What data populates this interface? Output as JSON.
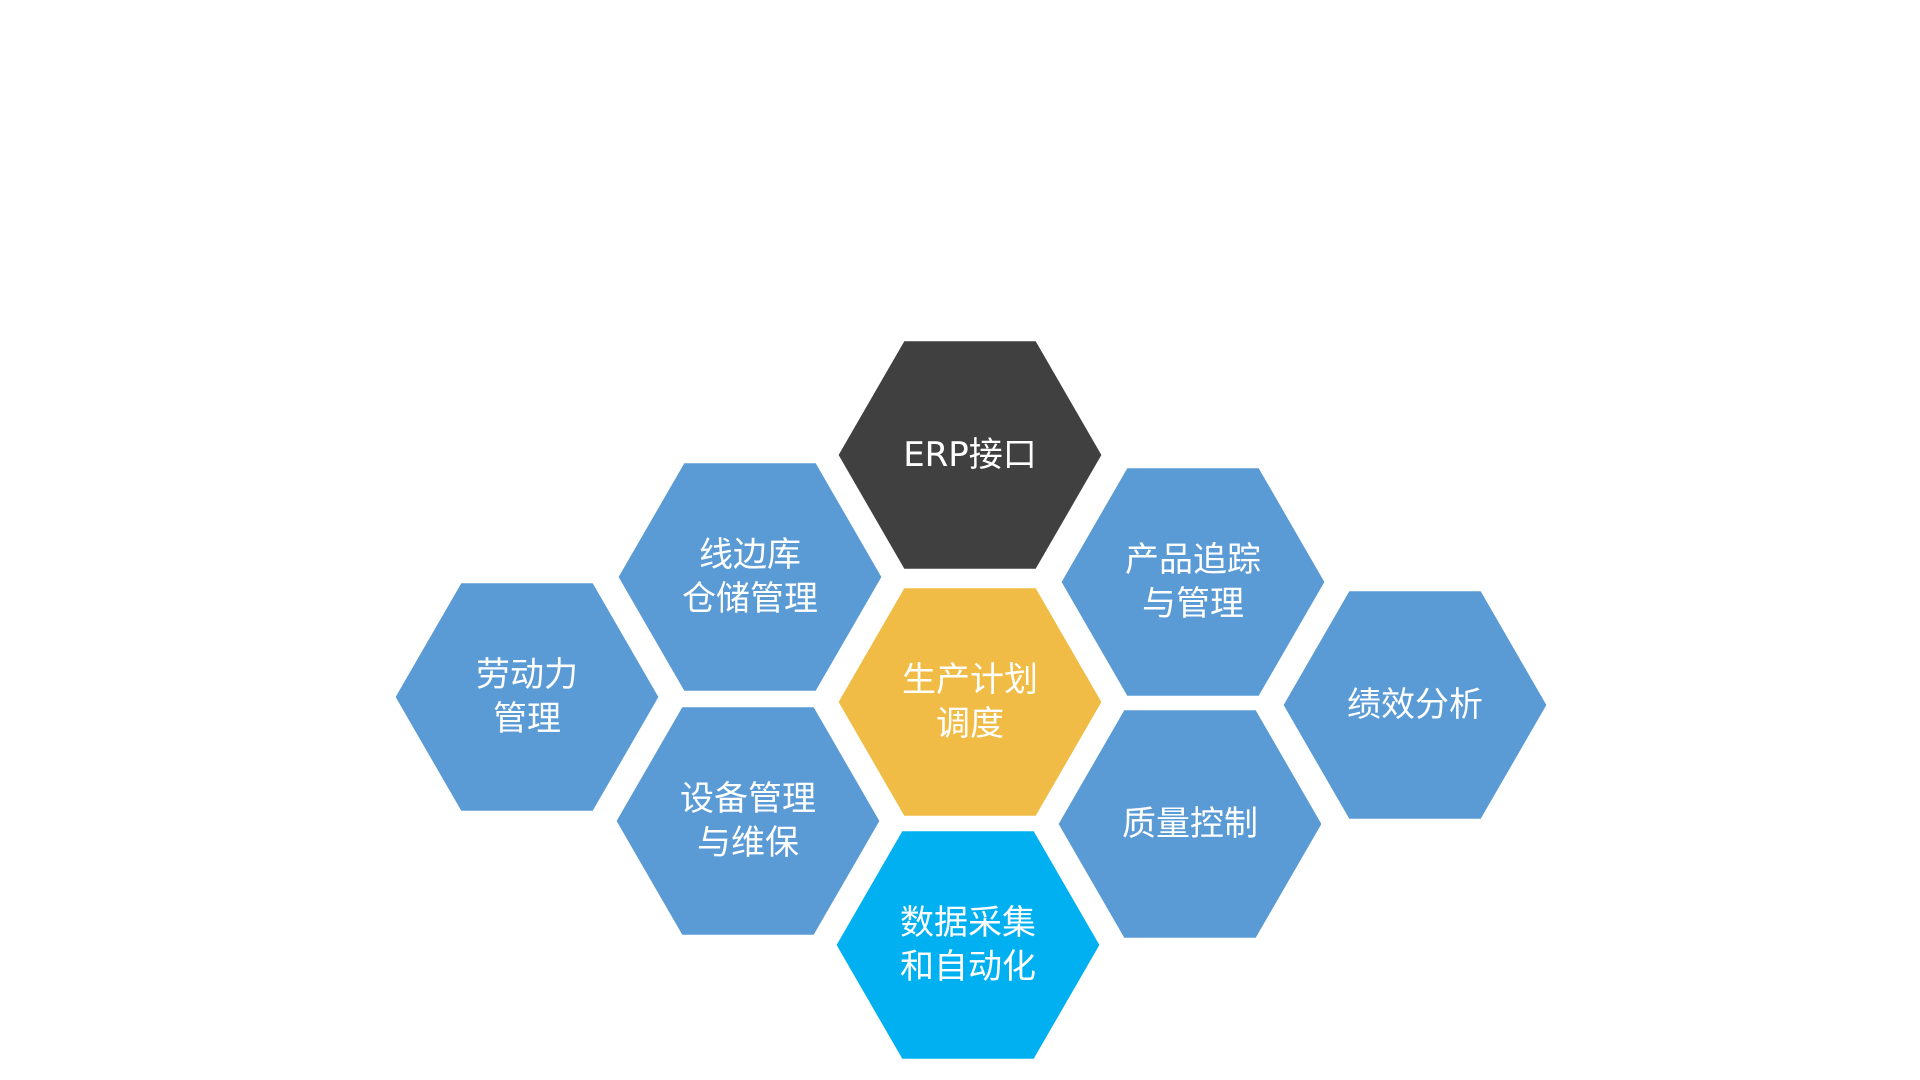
{
  "diagram": {
    "background": "#ffffff",
    "colors": {
      "blue": "#5B9BD5",
      "dark": "#404040",
      "gold": "#F0BC45",
      "cyan": "#00B0F0",
      "text": "#ffffff"
    },
    "hexagons": [
      {
        "id": "erp-interface",
        "lines": [
          "ERP接口"
        ],
        "color": "dark"
      },
      {
        "id": "line-side-warehouse",
        "lines": [
          "线边库",
          "仓储管理"
        ],
        "color": "blue"
      },
      {
        "id": "product-tracking",
        "lines": [
          "产品追踪",
          "与管理"
        ],
        "color": "blue"
      },
      {
        "id": "labor-management",
        "lines": [
          "劳动力",
          "管理"
        ],
        "color": "blue"
      },
      {
        "id": "production-scheduling",
        "lines": [
          "生产计划",
          "调度"
        ],
        "color": "gold"
      },
      {
        "id": "performance-analysis",
        "lines": [
          "绩效分析"
        ],
        "color": "blue"
      },
      {
        "id": "equipment-maintenance",
        "lines": [
          "设备管理",
          "与维保"
        ],
        "color": "blue"
      },
      {
        "id": "quality-control",
        "lines": [
          "质量控制"
        ],
        "color": "blue"
      },
      {
        "id": "data-collection-automation",
        "lines": [
          "数据采集",
          "和自动化"
        ],
        "color": "cyan"
      }
    ]
  }
}
